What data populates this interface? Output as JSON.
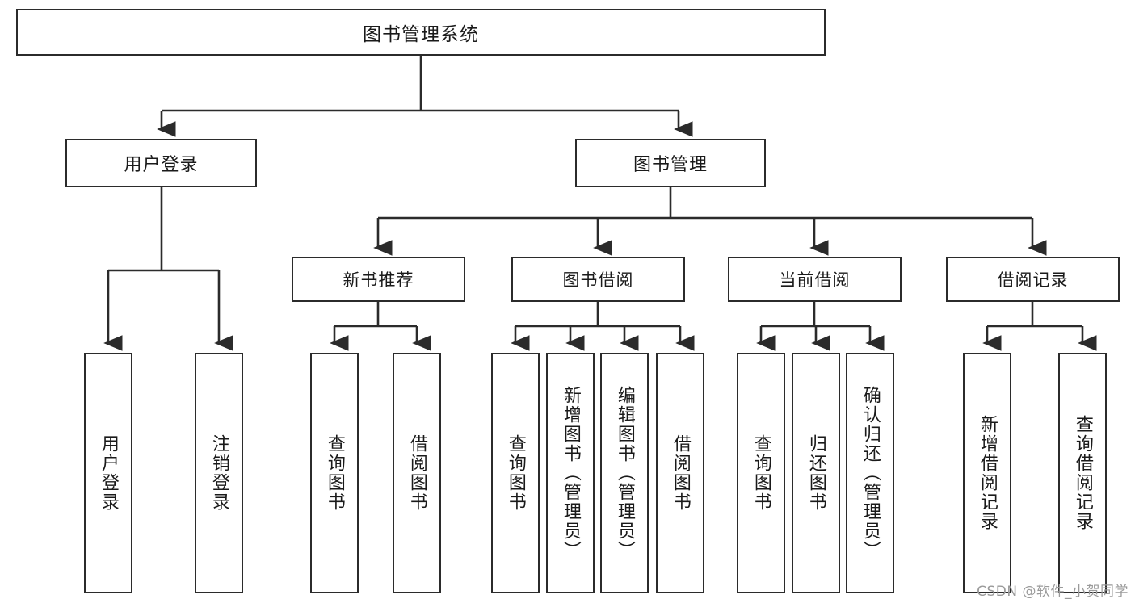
{
  "diagram": {
    "title": "图书管理系统",
    "type": "tree-hierarchy",
    "watermark": "CSDN @软件_小贺同学",
    "colors": {
      "background": "#ffffff",
      "box_border": "#2b2b2b",
      "box_fill": "#ffffff",
      "edge": "#2b2b2b",
      "text": "#1a1a1a",
      "watermark": "#9a9a9a"
    },
    "nodes": {
      "root": {
        "label": "图书管理系统"
      },
      "level1": [
        {
          "id": "user-login",
          "label": "用户登录"
        },
        {
          "id": "book-manage",
          "label": "图书管理"
        }
      ],
      "level2": [
        {
          "id": "new-book-recommend",
          "label": "新书推荐"
        },
        {
          "id": "book-borrow",
          "label": "图书借阅"
        },
        {
          "id": "current-borrow",
          "label": "当前借阅"
        },
        {
          "id": "borrow-record",
          "label": "借阅记录"
        }
      ],
      "leaves": {
        "user_login": [
          {
            "id": "leaf-user-login",
            "label": "用户登录"
          },
          {
            "id": "leaf-user-logout",
            "label": "注销登录"
          }
        ],
        "new_book_recommend": [
          {
            "id": "leaf-query-book-1",
            "label": "查询图书"
          },
          {
            "id": "leaf-borrow-book-1",
            "label": "借阅图书"
          }
        ],
        "book_borrow": [
          {
            "id": "leaf-query-book-2",
            "label": "查询图书"
          },
          {
            "id": "leaf-add-book",
            "label": "新增图书（管理员）"
          },
          {
            "id": "leaf-edit-book",
            "label": "编辑图书（管理员）"
          },
          {
            "id": "leaf-borrow-book-2",
            "label": "借阅图书"
          }
        ],
        "current_borrow": [
          {
            "id": "leaf-query-book-3",
            "label": "查询图书"
          },
          {
            "id": "leaf-return-book",
            "label": "归还图书"
          },
          {
            "id": "leaf-confirm-return",
            "label": "确认归还（管理员）"
          }
        ],
        "borrow_record": [
          {
            "id": "leaf-add-record",
            "label": "新增借阅记录"
          },
          {
            "id": "leaf-query-record",
            "label": "查询借阅记录"
          }
        ]
      }
    }
  }
}
